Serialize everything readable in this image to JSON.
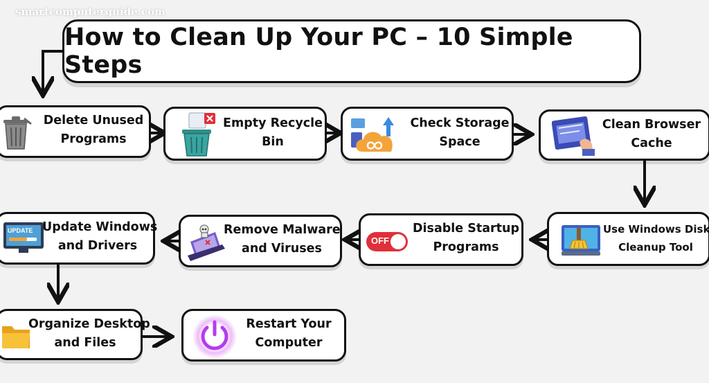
{
  "watermark": "smartcomputerguide.com",
  "title": "How to Clean Up Your PC – 10 Simple Steps",
  "colors": {
    "border": "#111111",
    "background": "#f2f2f3",
    "accent_red": "#e0303a",
    "accent_purple": "#b43cf0"
  },
  "steps": [
    {
      "line1": "Delete Unused",
      "line2": "Programs",
      "icon": "trash-can-icon"
    },
    {
      "line1": "Empty Recycle",
      "line2": "Bin",
      "icon": "recycle-bin-icon"
    },
    {
      "line1": "Check Storage",
      "line2": "Space",
      "icon": "cloud-storage-icon"
    },
    {
      "line1": "Clean Browser",
      "line2": "Cache",
      "icon": "browser-cleaning-icon"
    },
    {
      "line1": "Use Windows Disk",
      "line2": "Cleanup Tool",
      "icon": "disk-cleanup-brush-icon"
    },
    {
      "line1": "Disable Startup",
      "line2": "Programs",
      "icon": "off-toggle-icon"
    },
    {
      "line1": "Remove Malware",
      "line2": "and Viruses",
      "icon": "malware-laptop-icon"
    },
    {
      "line1": "Update Windows",
      "line2": "and Drivers",
      "icon": "update-monitor-icon"
    },
    {
      "line1": "Organize Desktop",
      "line2": "and Files",
      "icon": "folder-icon"
    },
    {
      "line1": "Restart Your",
      "line2": "Computer",
      "icon": "power-button-icon"
    }
  ],
  "icon_labels": {
    "toggle": "OFF",
    "update": "UPDATE"
  }
}
